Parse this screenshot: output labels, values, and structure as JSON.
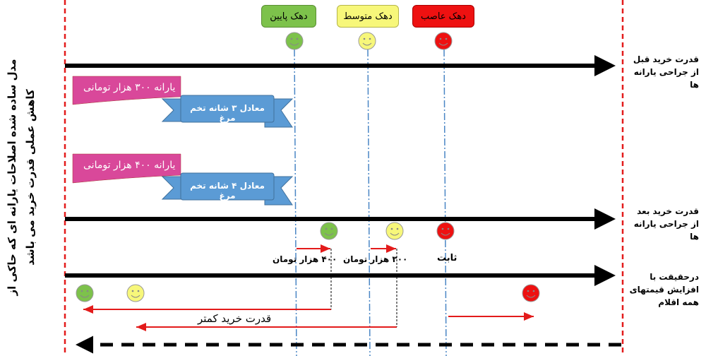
{
  "categories": [
    {
      "label": "دهک پایین",
      "color": "#7dc24b"
    },
    {
      "label": "دهک متوسط",
      "color": "#f7f77a"
    },
    {
      "label": "دهک عاصب",
      "color": "#ee1111"
    }
  ],
  "title": "مدل ساده شده اصلاحات یارانه ای که حاکی از کاهش عملی قدرت خرید می باشد",
  "rows": {
    "before": "قدرت خرید قبل از جراحی یارانه ها",
    "after": "قدرت خرید بعد از جراحی یارانه ها",
    "reality": "درحقیقت با افزایش قیمتهای همه اقلام"
  },
  "subsidies": [
    {
      "banner": "یارانه ۳۰۰ هزار تومانی",
      "ribbon": "معادل ۳ شانه تخم مرغ"
    },
    {
      "banner": "یارانه ۴۰۰ هزار تومانی",
      "ribbon": "معادل ۴ شانه تخم مرغ"
    }
  ],
  "increments": {
    "low": "۴۰۰ هزار تومان",
    "mid": "۳۰۰ هزار تومان",
    "high": "ثابت"
  },
  "result_label": "قدرت خرید کمتر",
  "colors": {
    "pink": "#d9489a",
    "blue": "#5b9bd5",
    "red": "#e31b1b",
    "guide": "#4a86c5"
  }
}
